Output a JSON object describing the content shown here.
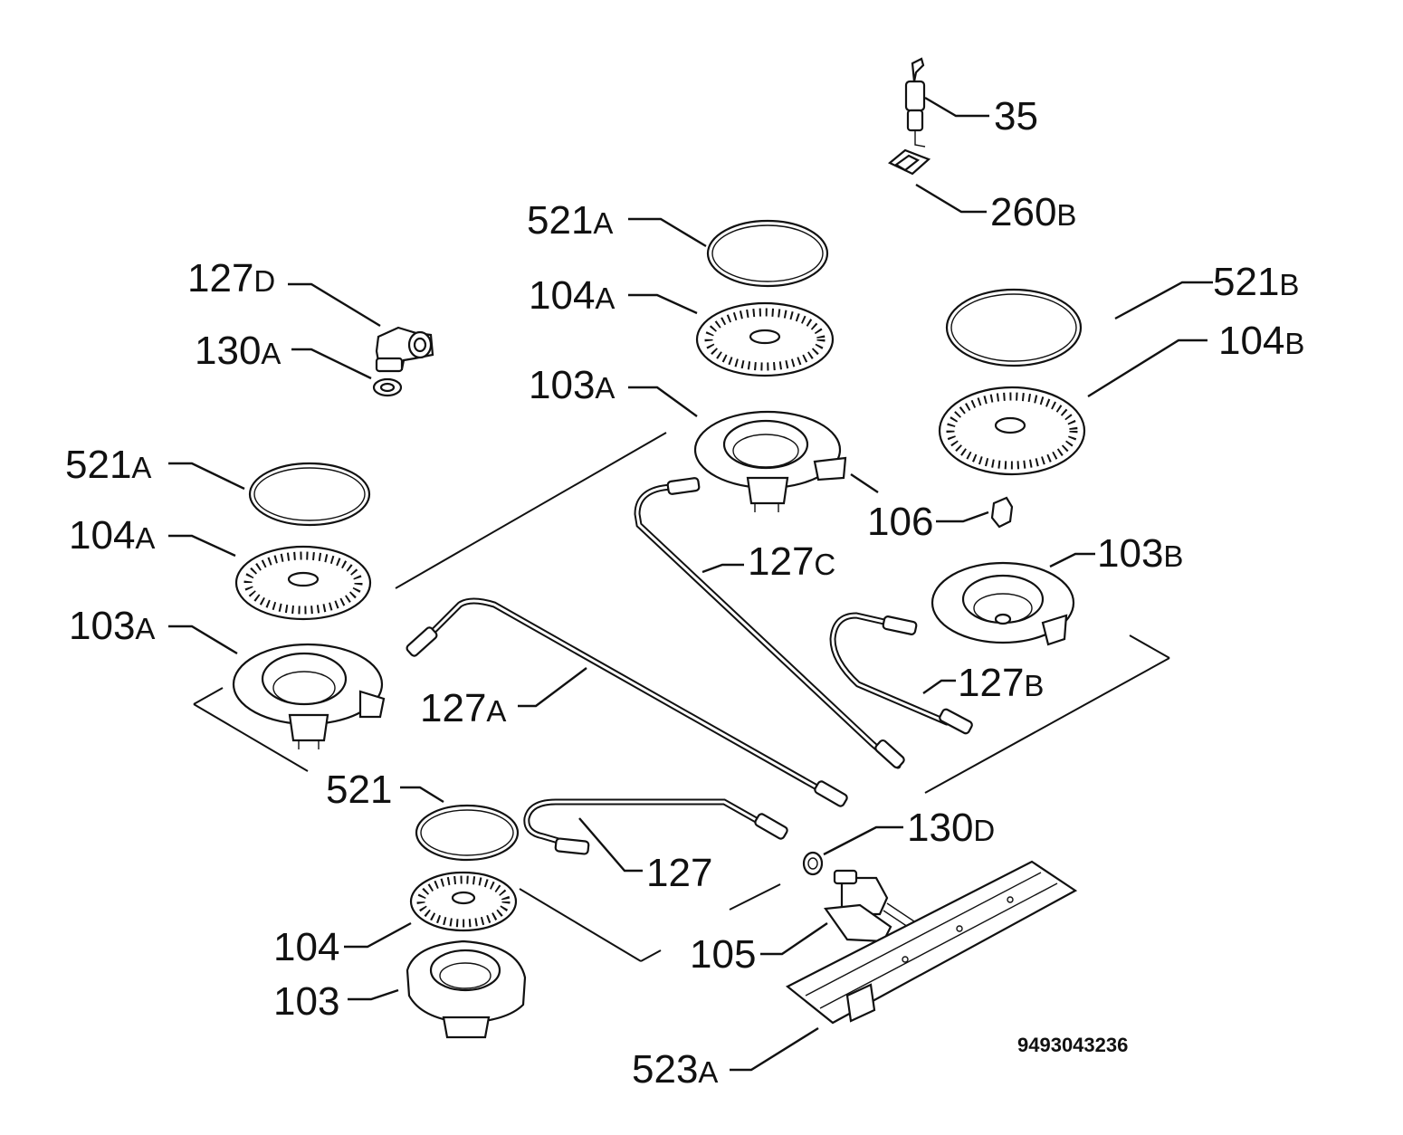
{
  "diagram": {
    "type": "exploded parts diagram",
    "code": "9493043236",
    "labels": [
      {
        "id": "l35",
        "num": "35",
        "suffix": ""
      },
      {
        "id": "l260b",
        "num": "260",
        "suffix": "B"
      },
      {
        "id": "l521a_top",
        "num": "521",
        "suffix": "A"
      },
      {
        "id": "l104a_top",
        "num": "104",
        "suffix": "A"
      },
      {
        "id": "l103a_top",
        "num": "103",
        "suffix": "A"
      },
      {
        "id": "l127d",
        "num": "127",
        "suffix": "D"
      },
      {
        "id": "l130a",
        "num": "130",
        "suffix": "A"
      },
      {
        "id": "l521b",
        "num": "521",
        "suffix": "B"
      },
      {
        "id": "l104b",
        "num": "104",
        "suffix": "B"
      },
      {
        "id": "l521a_left",
        "num": "521",
        "suffix": "A"
      },
      {
        "id": "l104a_left",
        "num": "104",
        "suffix": "A"
      },
      {
        "id": "l103a_left",
        "num": "103",
        "suffix": "A"
      },
      {
        "id": "l106",
        "num": "106",
        "suffix": ""
      },
      {
        "id": "l127c",
        "num": "127",
        "suffix": "C"
      },
      {
        "id": "l103b",
        "num": "103",
        "suffix": "B"
      },
      {
        "id": "l127b",
        "num": "127",
        "suffix": "B"
      },
      {
        "id": "l127a",
        "num": "127",
        "suffix": "A"
      },
      {
        "id": "l521",
        "num": "521",
        "suffix": ""
      },
      {
        "id": "l130d",
        "num": "130",
        "suffix": "D"
      },
      {
        "id": "l127",
        "num": "127",
        "suffix": ""
      },
      {
        "id": "l104",
        "num": "104",
        "suffix": ""
      },
      {
        "id": "l105",
        "num": "105",
        "suffix": ""
      },
      {
        "id": "l103",
        "num": "103",
        "suffix": ""
      },
      {
        "id": "l523a",
        "num": "523",
        "suffix": "A"
      }
    ]
  }
}
